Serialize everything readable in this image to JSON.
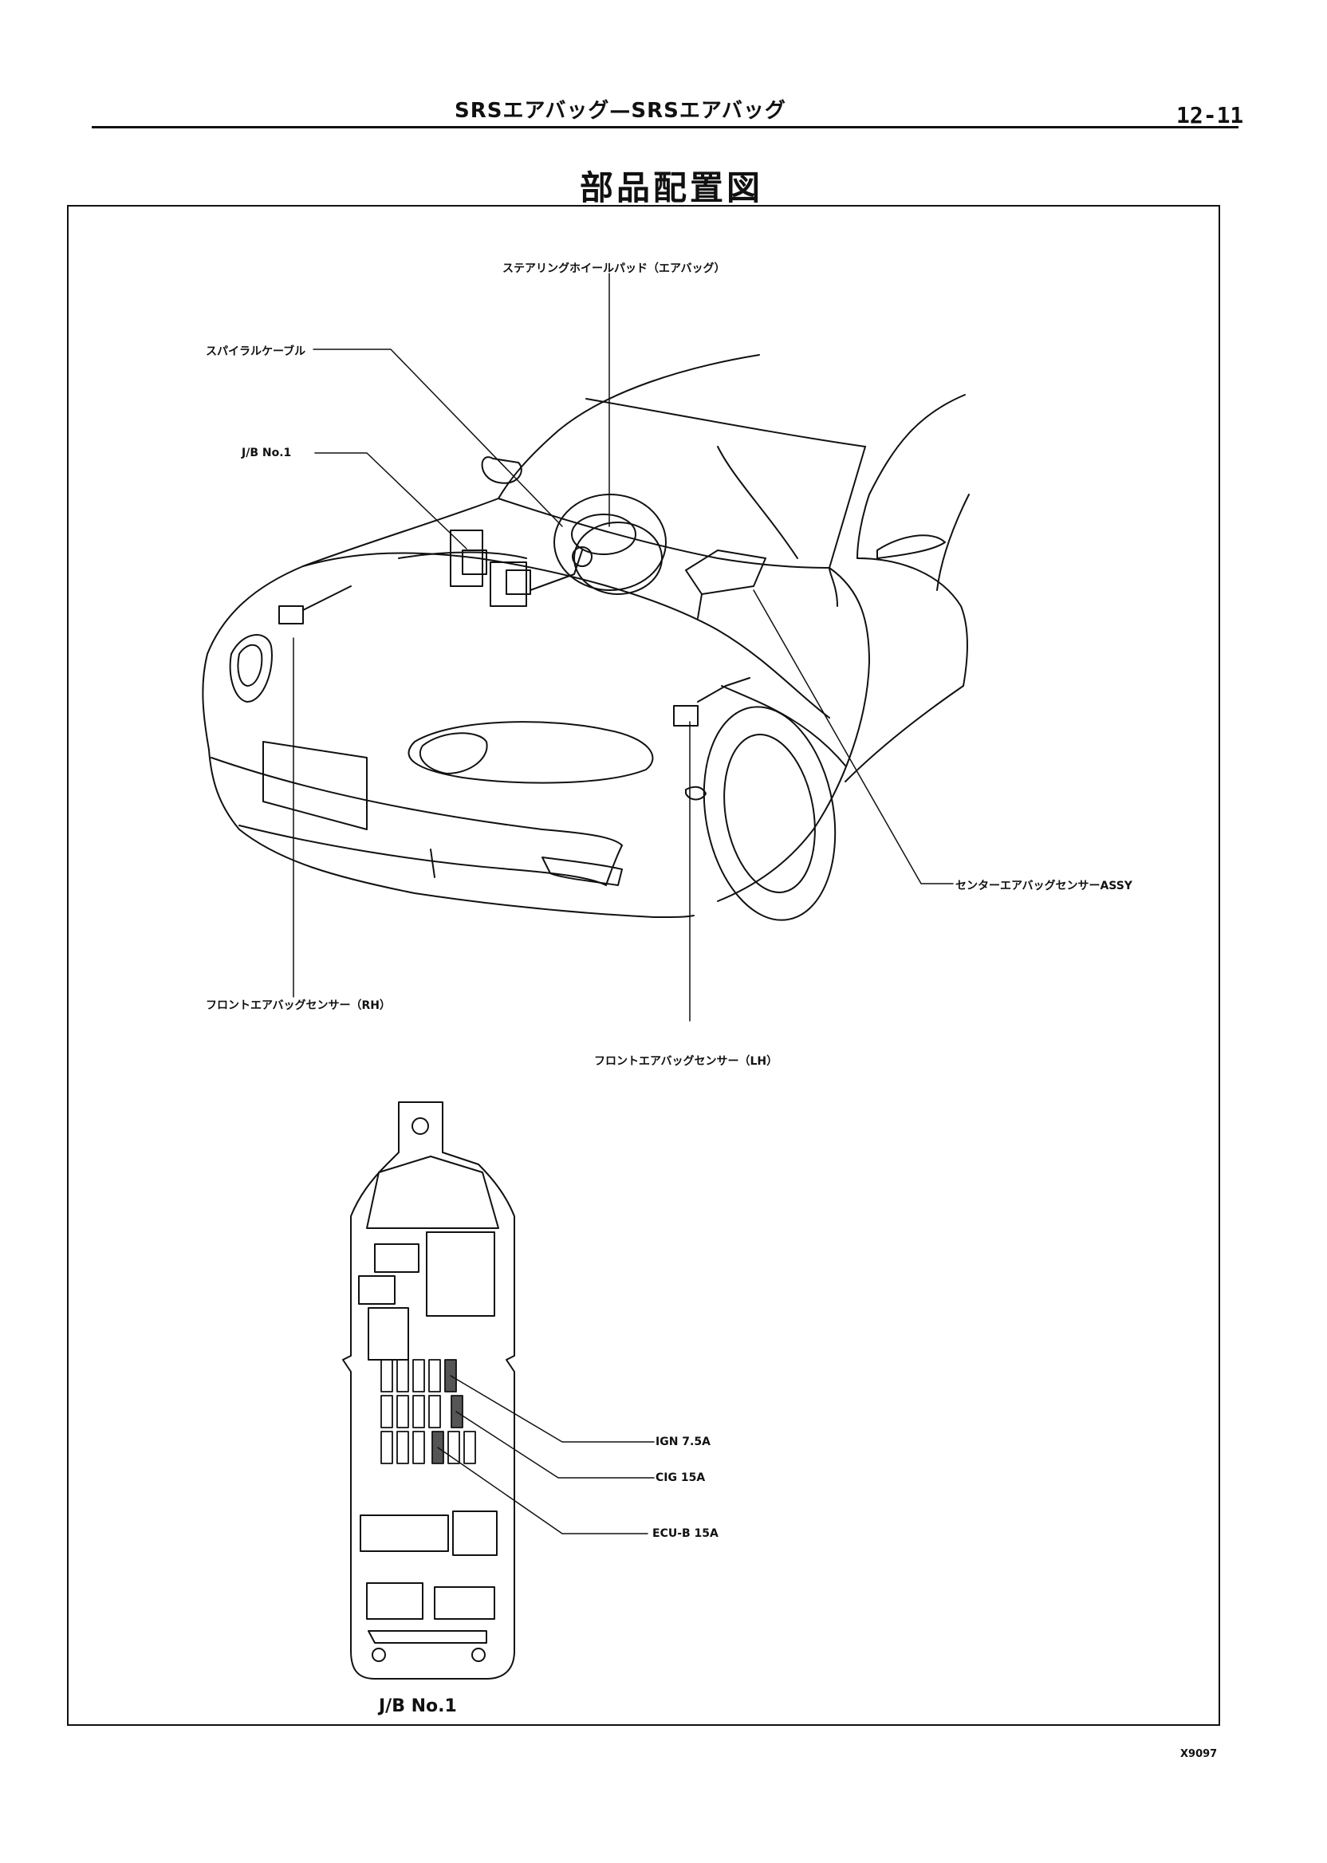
{
  "header": {
    "title": "SRSエアバッグ—SRSエアバッグ",
    "page_number": "12-11"
  },
  "diagram_title": "部品配置図",
  "callouts": {
    "steering_pad": "ステアリングホイールパッド（エアバッグ）",
    "spiral_cable": "スパイラルケーブル",
    "jb_no1": "J/B No.1",
    "center_sensor": "センターエアバッグセンサーASSY",
    "front_sensor_rh": "フロントエアバッグセンサー（RH）",
    "front_sensor_lh": "フロントエアバッグセンサー（LH）"
  },
  "fuses": {
    "ign": "IGN 7.5A",
    "cig": "CIG 15A",
    "ecu_b": "ECU-B 15A"
  },
  "jb_caption": "J/B No.1",
  "figure_code": "X9097"
}
